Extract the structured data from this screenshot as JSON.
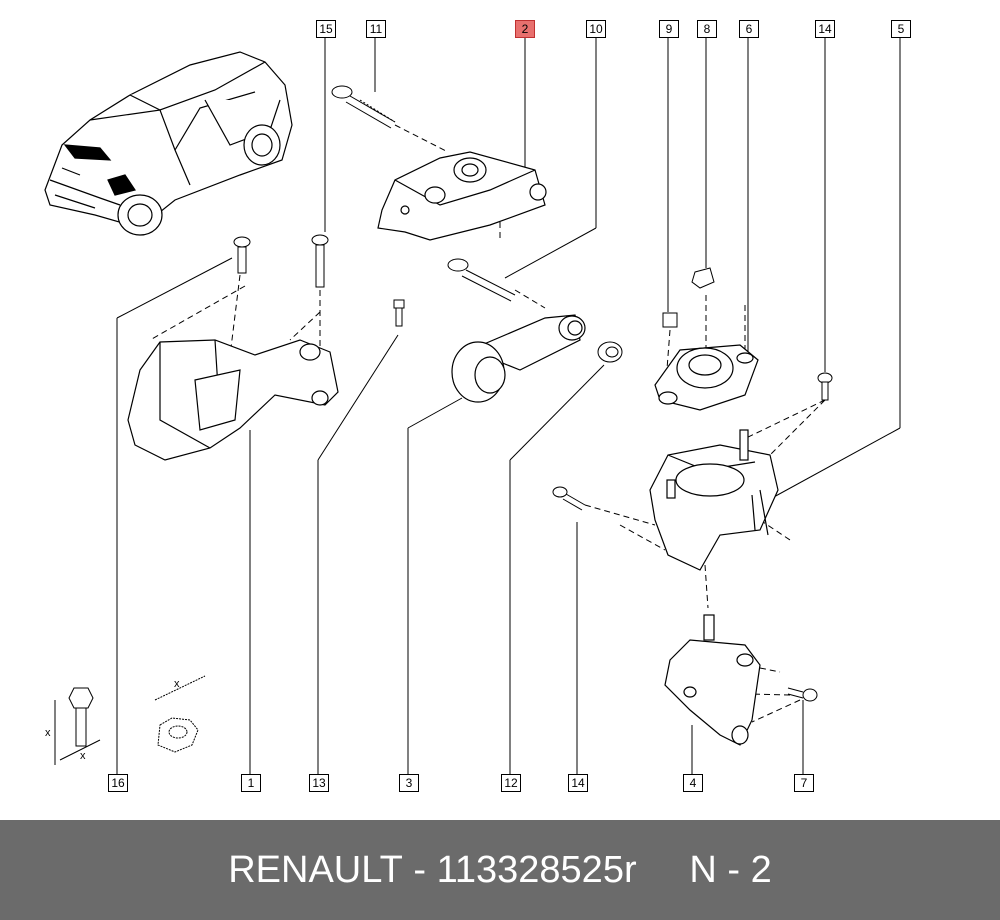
{
  "callouts": [
    {
      "id": "c15",
      "label": "15",
      "highlight": false
    },
    {
      "id": "c11",
      "label": "11",
      "highlight": false
    },
    {
      "id": "c2",
      "label": "2",
      "highlight": true
    },
    {
      "id": "c10",
      "label": "10",
      "highlight": false
    },
    {
      "id": "c9",
      "label": "9",
      "highlight": false
    },
    {
      "id": "c8",
      "label": "8",
      "highlight": false
    },
    {
      "id": "c6",
      "label": "6",
      "highlight": false
    },
    {
      "id": "c14t",
      "label": "14",
      "highlight": false
    },
    {
      "id": "c5",
      "label": "5",
      "highlight": false
    },
    {
      "id": "c16",
      "label": "16",
      "highlight": false
    },
    {
      "id": "c1",
      "label": "1",
      "highlight": false
    },
    {
      "id": "c13",
      "label": "13",
      "highlight": false
    },
    {
      "id": "c3",
      "label": "3",
      "highlight": false
    },
    {
      "id": "c12",
      "label": "12",
      "highlight": false
    },
    {
      "id": "c14b",
      "label": "14",
      "highlight": false
    },
    {
      "id": "c4",
      "label": "4",
      "highlight": false
    },
    {
      "id": "c7",
      "label": "7",
      "highlight": false
    }
  ],
  "dimension_labels": {
    "bolt_x1": "x",
    "bolt_x2": "x",
    "nut_x": "x"
  },
  "footer": {
    "brand": "RENAULT",
    "part_number": "113328525r",
    "page": "N - 2",
    "separator": " - "
  },
  "colors": {
    "highlight": "#e8706e",
    "footer_bg": "#6b6b6b",
    "line": "#000000"
  }
}
